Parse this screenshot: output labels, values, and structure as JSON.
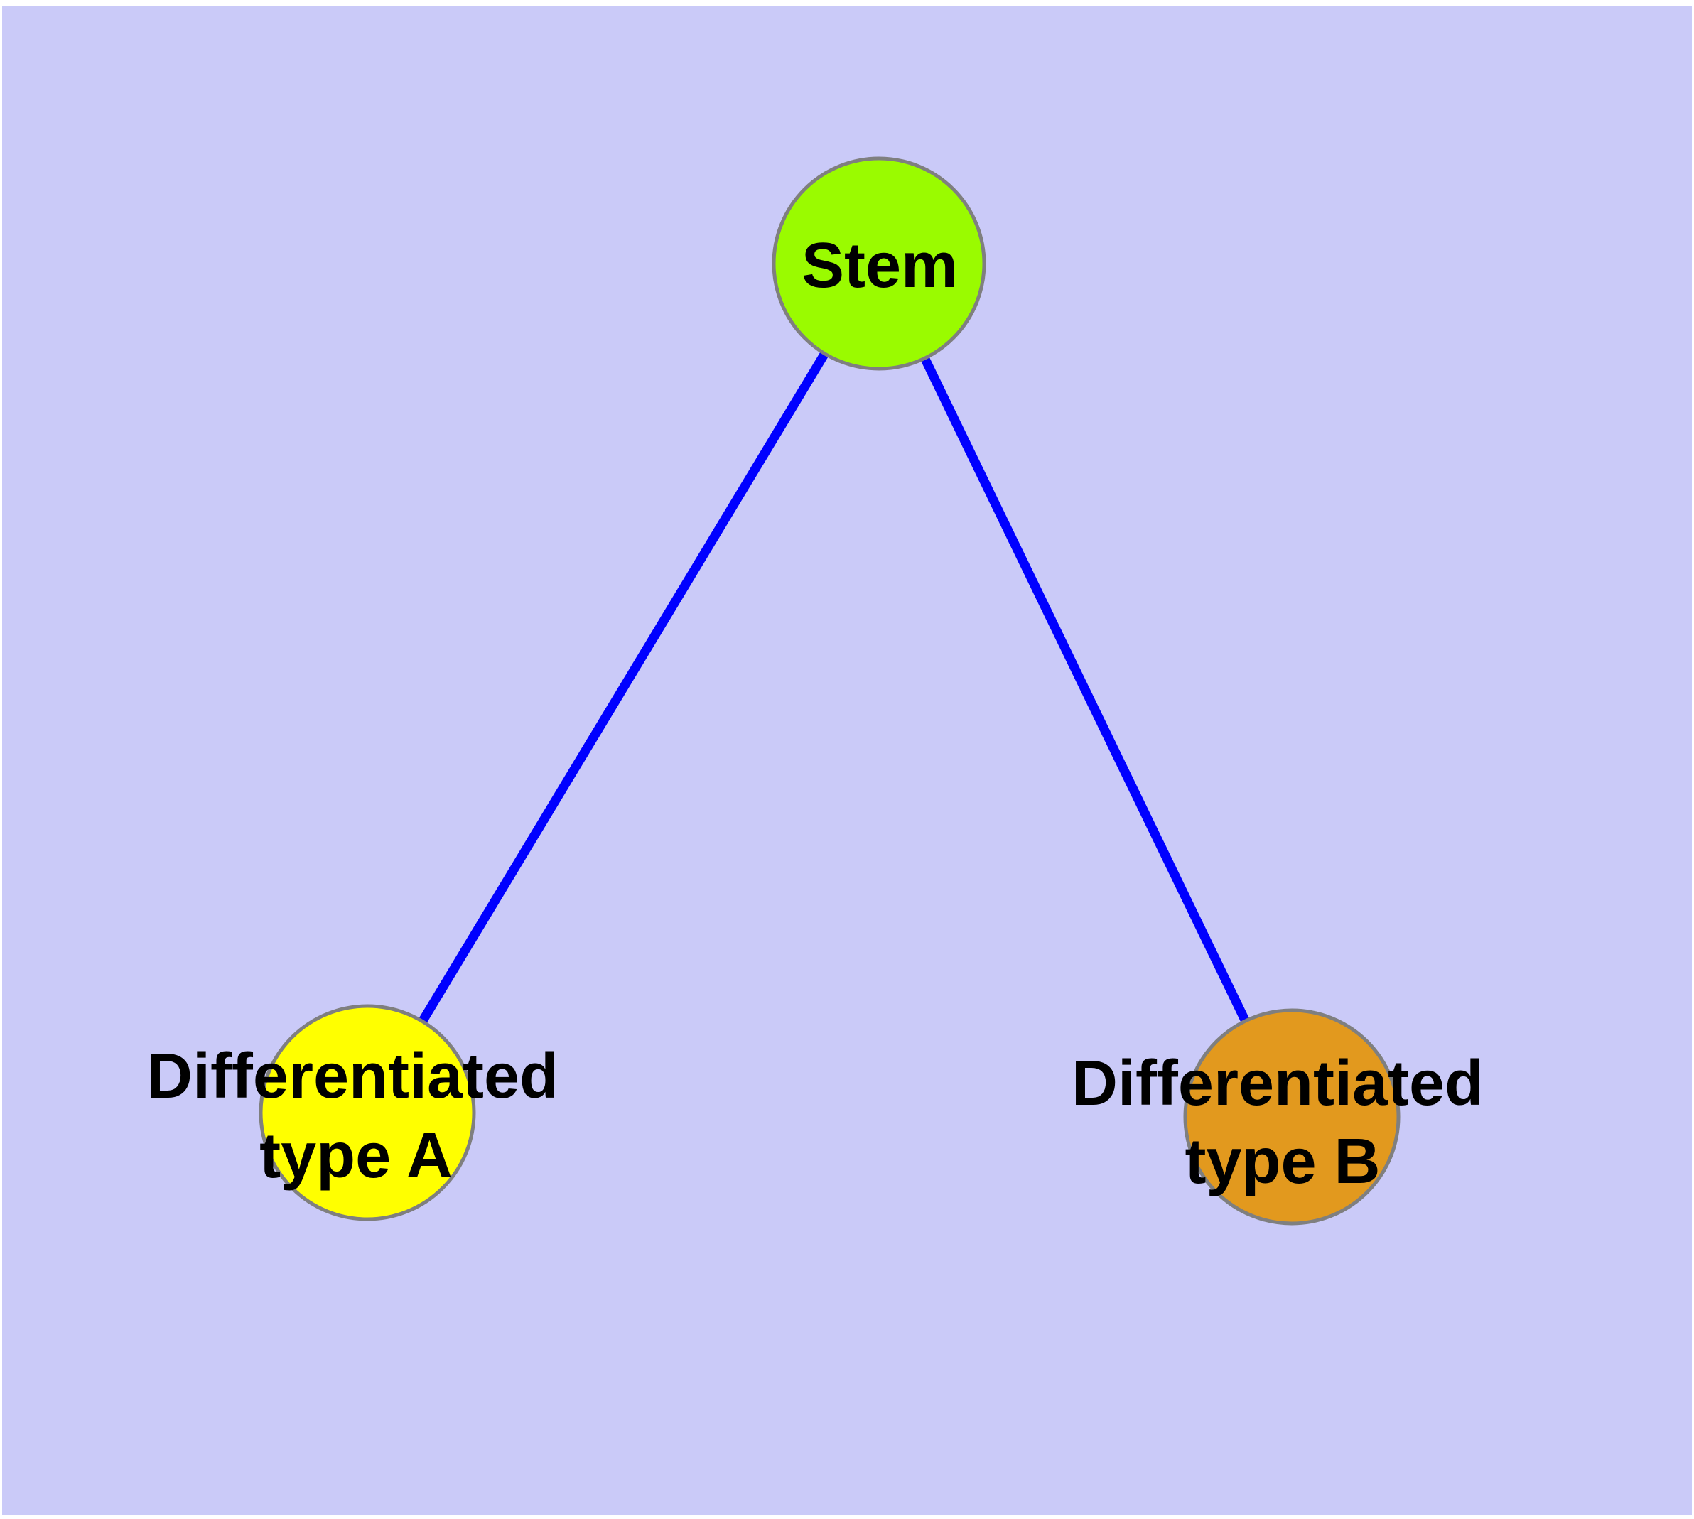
{
  "diagram": {
    "description": "Stem cell differentiation graph with one parent node and two child nodes",
    "background_color": "#CACAF8",
    "page_margin_color": "#FFFFFF",
    "edge_color": "#0000FF",
    "node_border_color": "#7F7F7F",
    "text_color": "#000000",
    "nodes": [
      {
        "id": "stem",
        "label": "Stem",
        "fill": "#9AFB00"
      },
      {
        "id": "differentiated-type-a",
        "label": "Differentiated type A",
        "label_line1": "Differentiated",
        "label_line2": "type A",
        "fill": "#FFFF00"
      },
      {
        "id": "differentiated-type-b",
        "label": "Differentiated type B",
        "label_line1": "Differentiated",
        "label_line2": "type B",
        "fill": "#E2991E"
      }
    ],
    "edges": [
      {
        "from": "Stem",
        "to": "Differentiated type A"
      },
      {
        "from": "Stem",
        "to": "Differentiated type B"
      }
    ]
  }
}
